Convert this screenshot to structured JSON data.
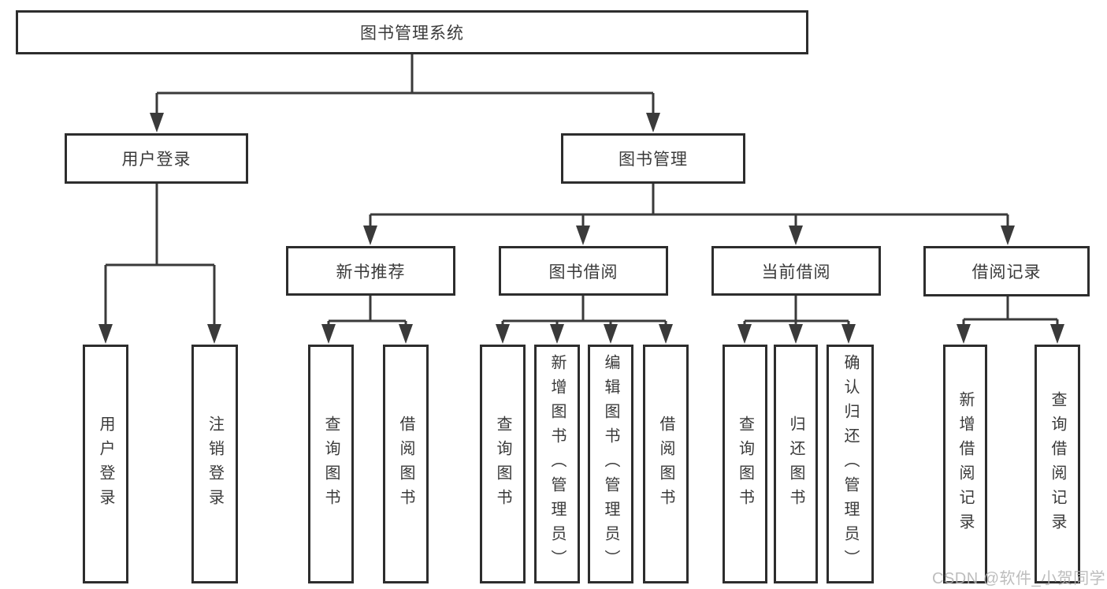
{
  "diagram": {
    "root": {
      "label": "图书管理系统"
    },
    "user_branch": {
      "label": "用户登录",
      "children": [
        {
          "label": "用户登录"
        },
        {
          "label": "注销登录"
        }
      ]
    },
    "book_branch": {
      "label": "图书管理",
      "groups": [
        {
          "label": "新书推荐",
          "children": [
            {
              "label": "查询图书"
            },
            {
              "label": "借阅图书"
            }
          ]
        },
        {
          "label": "图书借阅",
          "children": [
            {
              "label": "查询图书"
            },
            {
              "label": "新增图书（管理员）"
            },
            {
              "label": "编辑图书（管理员）"
            },
            {
              "label": "借阅图书"
            }
          ]
        },
        {
          "label": "当前借阅",
          "children": [
            {
              "label": "查询图书"
            },
            {
              "label": "归还图书"
            },
            {
              "label": "确认归还（管理员）"
            }
          ]
        },
        {
          "label": "借阅记录",
          "children": [
            {
              "label": "新增借阅记录"
            },
            {
              "label": "查询借阅记录"
            }
          ]
        }
      ]
    }
  },
  "watermark": {
    "text": "CSDN @软件_小贺同学"
  },
  "colors": {
    "line": "#3a3a3a",
    "box_border": "#2d2d2d",
    "text": "#3a3a3a",
    "watermark": "#b2b2b2",
    "background": "#ffffff"
  }
}
